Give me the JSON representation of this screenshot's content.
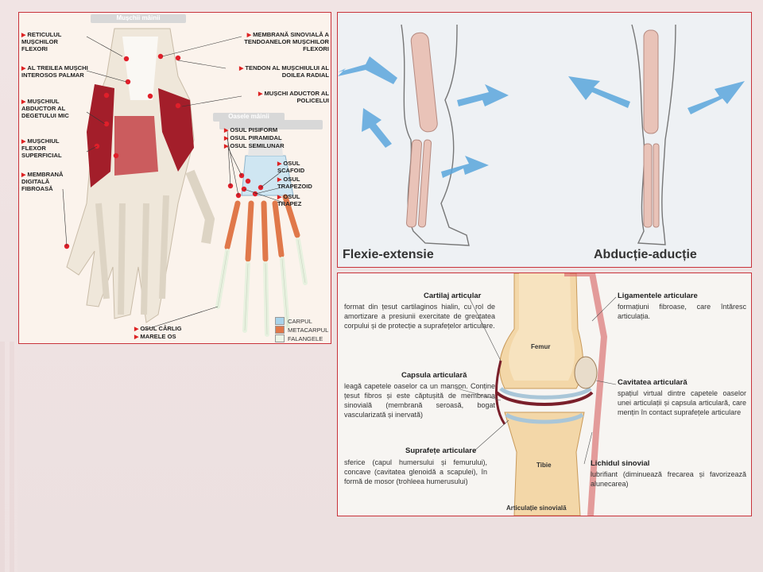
{
  "hand": {
    "muscles_title": "Mușchii mâinii",
    "bones_title": "Oasele mâinii",
    "left_labels": [
      "RETICULUL MUȘCHILOR FLEXORI",
      "AL TREILEA MUȘCHI INTEROSOS PALMAR",
      "MUȘCHIUL ABDUCTOR AL DEGETULUI MIC",
      "MUȘCHIUL FLEXOR SUPERFICIAL",
      "MEMBRANĂ DIGITALĂ FIBROASĂ"
    ],
    "right_labels": [
      "MEMBRANĂ SINOVIALĂ A TENDOANELOR MUȘCHILOR FLEXORI",
      "TENDON AL MUȘCHIULUI AL DOILEA RADIAL",
      "MUȘCHI ADUCTOR AL POLICELUI"
    ],
    "bone_labels_top": [
      "OSUL PISIFORM",
      "OSUL PIRAMIDAL",
      "OSUL SEMILUNAR"
    ],
    "bone_labels_right": [
      "OSUL SCAFOID",
      "OSUL TRAPEZOID",
      "OSUL TRAPEZ"
    ],
    "bone_labels_bottom": [
      "OSUL CÂRLIG",
      "MARELE OS"
    ],
    "legend": [
      {
        "label": "CARPUL",
        "color": "#a8d3ea"
      },
      {
        "label": "METACARPUL",
        "color": "#e0784a"
      },
      {
        "label": "FALANGELE",
        "color": "#ecf4e6"
      }
    ]
  },
  "movements": {
    "left_caption": "Flexie-extensie",
    "right_caption": "Abducție-aducție",
    "arrow_color": "#5aa6dc"
  },
  "joint": {
    "sections_left": [
      {
        "title": "Cartilaj articular",
        "text": "format din țesut cartilaginos hialin, cu rol de amortizare a presiunii exercitate de greutatea corpului și de protecție a suprafețelor articulare."
      },
      {
        "title": "Capsula articulară",
        "text": "leagă capetele oaselor ca un manșon. Conține țesut fibros și este căptușită de membrana sinovială (membrană seroasă, bogat vascularizată și inervată)"
      },
      {
        "title": "Suprafețe articulare",
        "text": "sferice (capul humersului și femurului), concave (cavitatea glenoidă a scapulei), în formă de mosor (trohleea humerusului)"
      }
    ],
    "sections_right": [
      {
        "title": "Ligamentele articulare",
        "text": "formațiuni fibroase, care întăresc articulația."
      },
      {
        "title": "Cavitatea articulară",
        "text": "spațiul virtual dintre capetele oaselor unei articulații și capsula articulară, care mențin în contact suprafețele articulare"
      },
      {
        "title": "Lichidul sinovial",
        "text": "lubrifiant (diminuează frecarea și favorizează alunecarea)"
      }
    ],
    "femur_label": "Femur",
    "tibia_label": "Tibie",
    "caption": "Articulație sinovială"
  }
}
